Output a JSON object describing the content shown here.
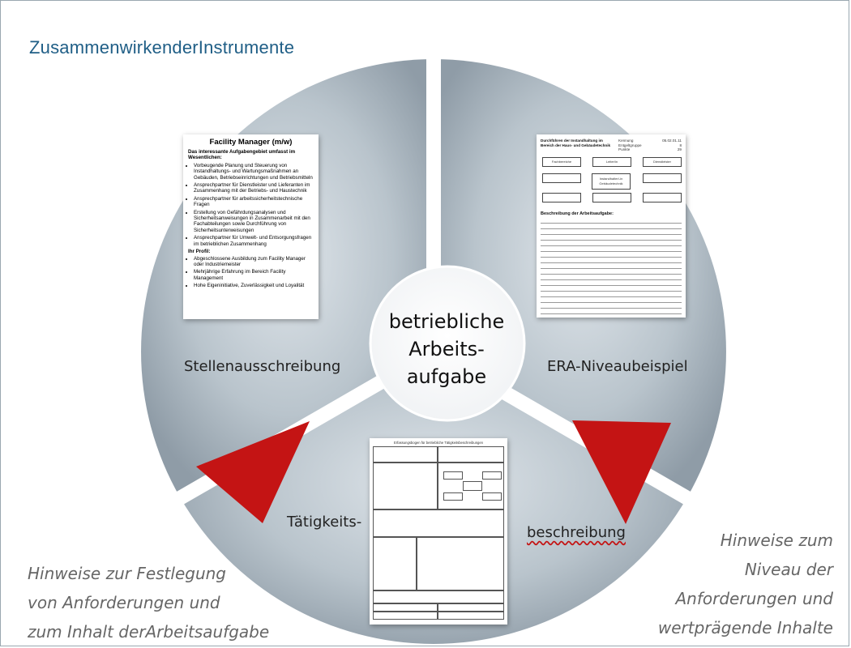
{
  "title": "ZusammenwirkenderInstrumente",
  "wheel": {
    "center_lines": [
      "betriebliche",
      "Arbeits-",
      "aufgabe"
    ],
    "segments": {
      "top_left": "Stellenausschreibung",
      "top_right": "ERA-Niveaubeispiel",
      "bottom_left": "Tätigkeits-",
      "bottom_right": "beschreibung"
    }
  },
  "colors": {
    "wheel": "#a7b4be",
    "arrow": "#c41414",
    "title": "#1f5e86",
    "note": "#666666"
  },
  "notes": {
    "left": [
      "Hinweise zur Festlegung",
      "von Anforderungen und",
      "zum Inhalt derArbeitsaufgabe"
    ],
    "right": [
      "Hinweise zum",
      "Niveau der",
      "Anforderungen und",
      "wertprägende Inhalte"
    ]
  },
  "job_ad": {
    "heading": "Facility Manager (m/w)",
    "lead": "Das interessante Aufgabengebiet umfasst im Wesentlichen:",
    "tasks": [
      "Vorbeugende Planung und Steuerung von Instandhaltungs- und Wartungsmaßnahmen an Gebäuden, Betriebseinrichtungen und Betriebsmitteln",
      "Ansprechpartner für Dienstleister und Lieferanten im Zusammenhang mit der Betriebs- und Haustechnik",
      "Ansprechpartner für arbeitssicherheitstechnische Fragen",
      "Erstellung von Gefährdungsanalysen und Sicherheitsanweisungen in Zusammenarbeit mit den Fachabteilungen sowie Durchführung von Sicherheitsunterweisungen",
      "Ansprechpartner für Umwelt- und Entsorgungsfragen im betrieblichen Zusammenhang"
    ],
    "profile_heading": "Ihr Profil:",
    "profile": [
      "Abgeschlossene Ausbildung zum Facility Manager oder Industriemeister",
      "Mehrjährige Erfahrung im Bereich Facility Management",
      "Hohe Eigeninitiative, Zuverlässigkeit und Loyalität"
    ]
  },
  "era_doc": {
    "title": "Durchführen der Instandhaltung im Bereich der Haus- und Gebäudetechnik",
    "kennung_label": "Kennung",
    "kennung_value": "05.02.01.11",
    "group_label": "Entgeltgruppe",
    "group_value": "8",
    "points_label": "Punkte",
    "points_value": "29",
    "boxes": [
      "Fachbereiche",
      "Leiter/in",
      "Dienstleister"
    ],
    "center_box": "Instandhalter/-in Gebäudetechnik",
    "section_heading": "Beschreibung der Arbeitsaufgabe:"
  },
  "activity_doc": {
    "title": "Erfassungsbogen für betriebliche Tätigkeitsbeschreibungen"
  }
}
